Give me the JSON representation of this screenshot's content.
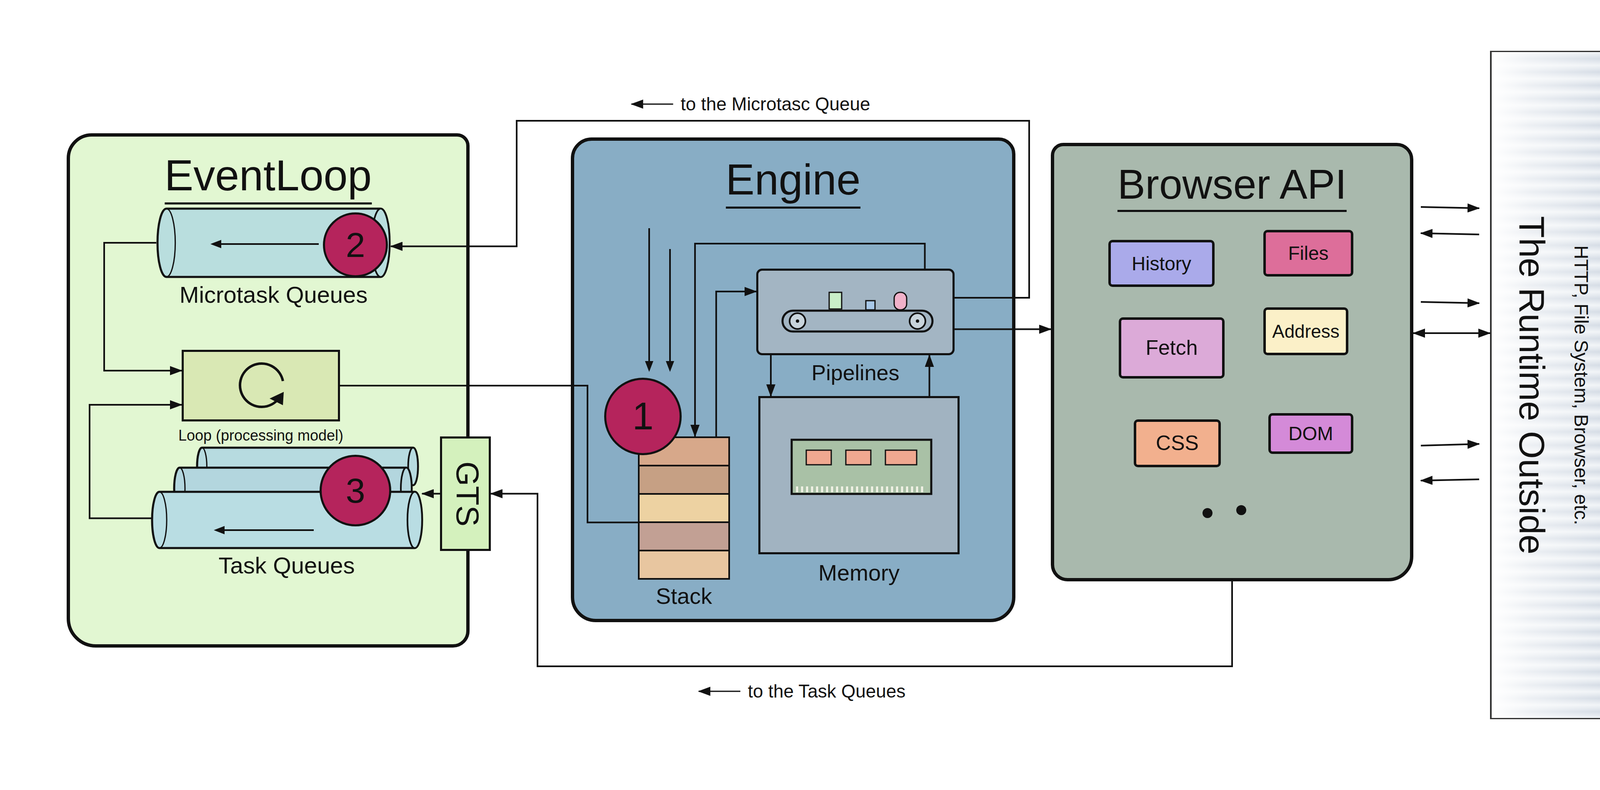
{
  "diagram": {
    "nodes": [
      {
        "text": [
          "EventLoop"
        ]
      },
      {
        "text": [
          "Microtask Queues"
        ],
        "in": 0
      },
      {
        "text": [
          "2"
        ],
        "in": 1
      },
      {
        "text": [
          "Loop (processing model)"
        ],
        "in": 0
      },
      {
        "text": [
          "Task Queues"
        ],
        "in": 0
      },
      {
        "text": [
          "3"
        ],
        "in": 4
      },
      {
        "text": [
          "GTS"
        ],
        "in": 0
      },
      {
        "text": [
          "Engine"
        ]
      },
      {
        "text": [
          "Stack"
        ],
        "in": 7
      },
      {
        "text": [
          "1"
        ],
        "in": 8
      },
      {
        "text": [
          "Pipelines"
        ],
        "in": 7
      },
      {
        "text": [
          "Memory"
        ],
        "in": 7
      },
      {
        "text": [
          "Browser API"
        ]
      },
      {
        "text": [
          "History"
        ],
        "in": 12
      },
      {
        "text": [
          "Files"
        ],
        "in": 12
      },
      {
        "text": [
          "Fetch"
        ],
        "in": 12
      },
      {
        "text": [
          "Address"
        ],
        "in": 12
      },
      {
        "text": [
          "CSS"
        ],
        "in": 12
      },
      {
        "text": [
          "DOM"
        ],
        "in": 12
      },
      {
        "text": [
          "The Runtime Outside",
          "HTTP, File System, Browser, etc."
        ]
      }
    ],
    "edges": [
      {
        "from": 10,
        "to": 1,
        "arrow": "to",
        "label": "to the Microtasc Queue"
      },
      {
        "from": 1,
        "to": 3,
        "arrow": "to"
      },
      {
        "from": 4,
        "to": 3,
        "arrow": "to"
      },
      {
        "from": 6,
        "to": 4,
        "arrow": "to"
      },
      {
        "from": 3,
        "to": 8,
        "arrow": "none"
      },
      {
        "from": 8,
        "to": 10,
        "arrow": "to"
      },
      {
        "from": 10,
        "to": 8,
        "arrow": "to"
      },
      {
        "from": 10,
        "to": 11,
        "arrow": "to"
      },
      {
        "from": 11,
        "to": 10,
        "arrow": "to"
      },
      {
        "from": 10,
        "to": 12,
        "arrow": "to"
      },
      {
        "from": 12,
        "to": 6,
        "arrow": "to",
        "label": "to the Task Queues"
      },
      {
        "from": 12,
        "to": 19,
        "arrow": "both"
      }
    ]
  }
}
